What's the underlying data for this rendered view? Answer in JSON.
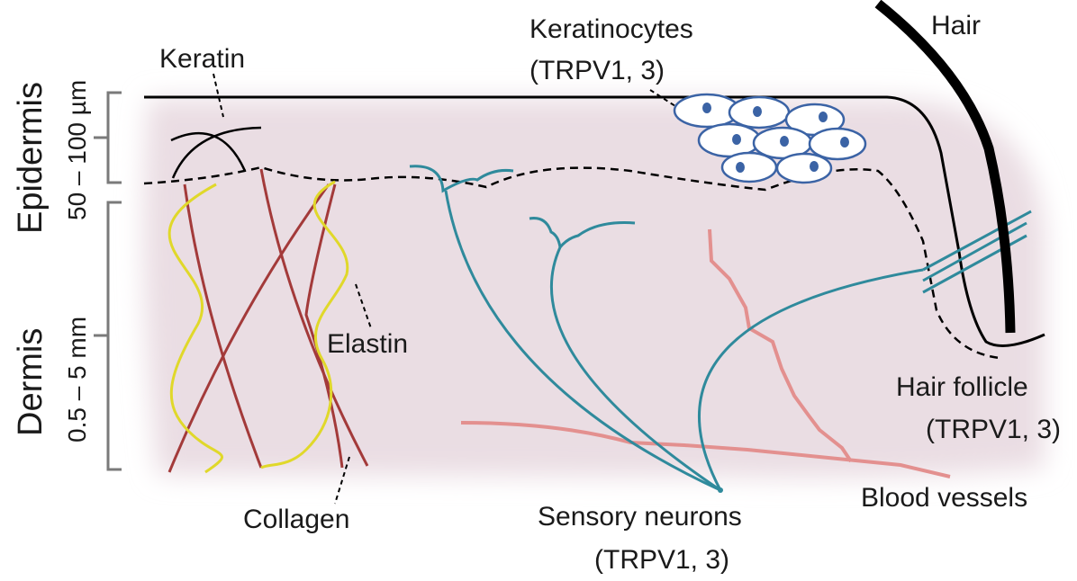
{
  "layers": {
    "epidermis_label": "Epidermis",
    "epidermis_depth": "50 – 100 µm",
    "dermis_label": "Dermis",
    "dermis_depth": "0.5 – 5 mm"
  },
  "labels": {
    "keratin": "Keratin",
    "keratinocytes": "Keratinocytes",
    "keratinocytes_sub": "(TRPV1, 3)",
    "hair": "Hair",
    "elastin": "Elastin",
    "collagen": "Collagen",
    "sensory_neurons": "Sensory neurons",
    "sensory_neurons_sub": "(TRPV1, 3)",
    "hair_follicle": "Hair follicle",
    "hair_follicle_sub": "(TRPV1, 3)",
    "blood_vessels": "Blood vessels"
  },
  "colors": {
    "tissue": "#eadde3",
    "collagen": "#a33a3a",
    "elastin": "#e0d82a",
    "neuron": "#2f8a9c",
    "vessel": "#e3908f",
    "cell": "#3b63a5",
    "line": "#000000"
  }
}
